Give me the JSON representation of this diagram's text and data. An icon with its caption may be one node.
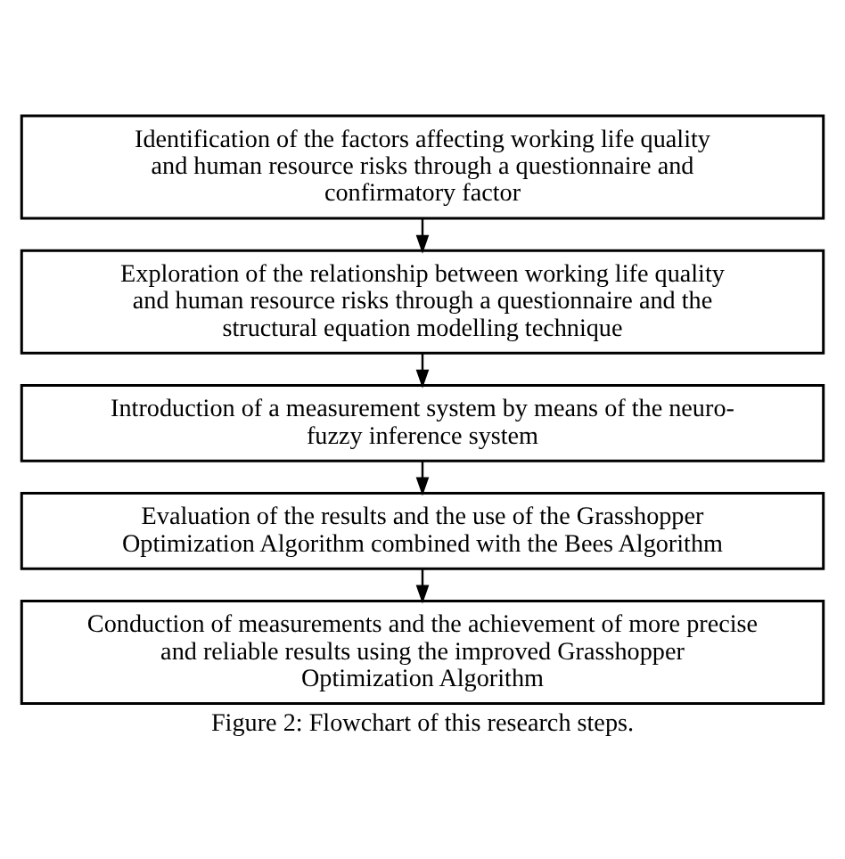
{
  "diagram": {
    "caption": "Figure 2: Flowchart of this research steps.",
    "nodes": [
      {
        "text": [
          "Identification of the factors affecting working life quality and human resource risks through a questionnaire and confirmatory factor"
        ]
      },
      {
        "text": [
          "Exploration of the relationship between working life quality and human resource risks through a questionnaire and the structural equation modelling technique"
        ]
      },
      {
        "text": [
          "Introduction of a measurement system by means of the neuro-fuzzy inference system"
        ]
      },
      {
        "text": [
          "Evaluation of the results and the use of the Grasshopper Optimization Algorithm combined with the Bees Algorithm"
        ]
      },
      {
        "text": [
          "Conduction of measurements and the achievement of more precise and reliable results using the improved Grasshopper Optimization Algorithm"
        ]
      }
    ],
    "edges": [
      {
        "from": 0,
        "to": 1,
        "arrow": "to"
      },
      {
        "from": 1,
        "to": 2,
        "arrow": "to"
      },
      {
        "from": 2,
        "to": 3,
        "arrow": "to"
      },
      {
        "from": 3,
        "to": 4,
        "arrow": "to"
      }
    ]
  }
}
